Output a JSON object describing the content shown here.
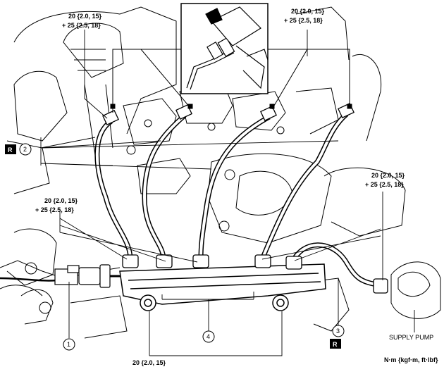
{
  "torque": {
    "top_left": [
      "20 {2.0, 15}",
      "+ 25 {2.5, 18}"
    ],
    "top_right": [
      "20 {2.0, 15}",
      "+ 25 {2.5, 18}"
    ],
    "mid_left": [
      "20 {2.0, 15}",
      "+ 25 {2.5, 18}"
    ],
    "mid_right": [
      "20 {2.0, 15}",
      "+ 25 {2.5, 18}"
    ],
    "bottom": "20 {2.0, 15}"
  },
  "callouts": {
    "c1": "1",
    "c2": "2",
    "c3": "3",
    "c4": "4"
  },
  "r_marks": {
    "r_upper": "R",
    "r_lower": "R"
  },
  "labels": {
    "supply_pump": "SUPPLY PUMP",
    "units": "N·m {kgf·m, ft·lbf}"
  }
}
